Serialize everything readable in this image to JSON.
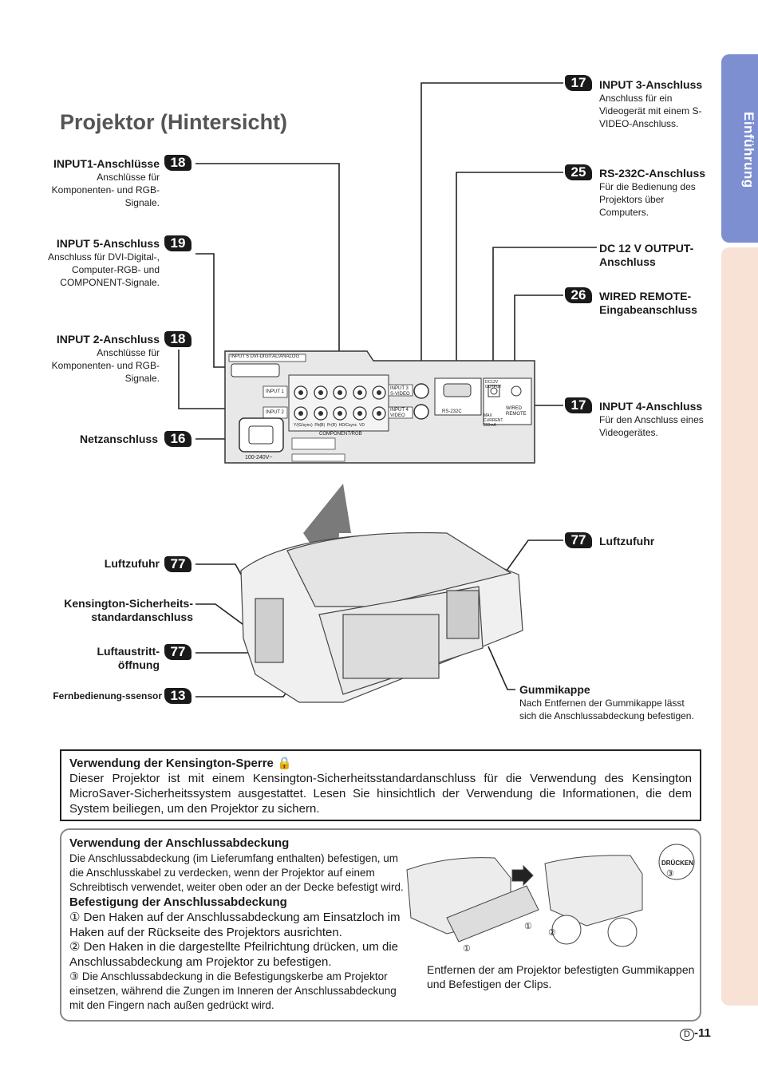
{
  "side_tab": {
    "label": "Einführung"
  },
  "title": "Projektor (Hintersicht)",
  "callouts_left": [
    {
      "badge": "18",
      "heading": "INPUT1-Anschlüsse",
      "desc": "Anschlüsse für Komponenten- und RGB-Signale."
    },
    {
      "badge": "19",
      "heading": "INPUT 5-Anschluss",
      "desc": "Anschluss für DVI-Digital-, Computer-RGB- und COMPONENT-Signale."
    },
    {
      "badge": "18",
      "heading": "INPUT 2-Anschluss",
      "desc": "Anschlüsse für Komponenten- und RGB-Signale."
    },
    {
      "badge": "16",
      "heading": "Netzanschluss",
      "desc": ""
    }
  ],
  "callouts_right": [
    {
      "badge": "17",
      "heading": "INPUT 3-Anschluss",
      "desc": "Anschluss für ein Videogerät mit einem S-VIDEO-Anschluss."
    },
    {
      "badge": "25",
      "heading": "RS-232C-Anschluss",
      "desc": "Für die Bedienung des Projektors über Computers."
    },
    {
      "badge": "",
      "heading": "DC 12 V OUTPUT-Anschluss",
      "desc": ""
    },
    {
      "badge": "26",
      "heading": "WIRED REMOTE-Eingabeanschluss",
      "desc": ""
    },
    {
      "badge": "17",
      "heading": "INPUT 4-Anschluss",
      "desc": "Für den Anschluss eines Videogerätes."
    }
  ],
  "lower_left": [
    {
      "badge": "77",
      "heading": "Luftzufuhr"
    },
    {
      "badge": "",
      "heading": "Kensington-Sicherheits-standardanschluss"
    },
    {
      "badge": "77",
      "heading": "Luftaustritt-öffnung"
    },
    {
      "badge": "13",
      "heading": "Fernbedienung-ssensor"
    }
  ],
  "lower_right": [
    {
      "badge": "77",
      "heading": "Luftzufuhr",
      "desc": ""
    },
    {
      "badge": "",
      "heading": "Gummikappe",
      "desc": "Nach Entfernen der Gummikappe lässt sich die Anschlussabdeckung befestigen."
    }
  ],
  "panel": {
    "input5_label": "INPUT 5 DVI-DIGITAL/ANALOG",
    "input1": "INPUT 1",
    "input2": "INPUT 2",
    "component_labels": [
      "Y/(G/sync)",
      "Pb(B)",
      "Pr(R)",
      "HD/Csync",
      "VD"
    ],
    "component_rgb": "COMPONENT/RGB",
    "input3": "INPUT 3 S-VIDEO",
    "input4": "INPUT 4 VIDEO",
    "rs232c": "RS-232C",
    "dc12v": "DC12V OUTPUT",
    "max_current": "MAX CURRENT 200mA",
    "wired_remote": "WIRED REMOTE",
    "voltage": "100-240V~"
  },
  "kensington": {
    "title": "Verwendung der Kensington-Sperre",
    "body": "Dieser Projektor ist mit einem Kensington-Sicherheitsstandardanschluss für die Verwendung des Kensington MicroSaver-Sicherheitssystem ausgestattet. Lesen Sie hinsichtlich der Verwendung die Informationen, die dem System beiliegen, um den Projektor zu sichern."
  },
  "cover": {
    "title": "Verwendung der Anschlussabdeckung",
    "intro": "Die Anschlussabdeckung (im Lieferumfang enthalten) befestigen, um die Anschlusskabel zu verdecken, wenn der Projektor auf einem Schreibtisch verwendet, weiter oben oder an der Decke befestigt wird.",
    "subtitle": "Befestigung der Anschlussabdeckung",
    "step1": "① Den Haken auf der Anschlussabdeckung am Einsatzloch im Haken auf der Rückseite des Projektors ausrichten.",
    "step2": "② Den Haken in die dargestellte Pfeilrichtung drücken, um die Anschlussabdeckung am Projektor zu befestigen.",
    "step3": "③ Die Anschlussabdeckung in die Befestigungskerbe am Projektor einsetzen, während die Zungen im Inneren der Anschlussabdeckung mit den Fingern nach außen gedrückt wird.",
    "caption": "Entfernen der am Projektor befestigten Gummikappen und Befestigen der Clips.",
    "druecken": "DRÜCKEN",
    "marks": [
      "①",
      "②",
      "③"
    ]
  },
  "page": {
    "prefix": "D",
    "number": "-11"
  }
}
